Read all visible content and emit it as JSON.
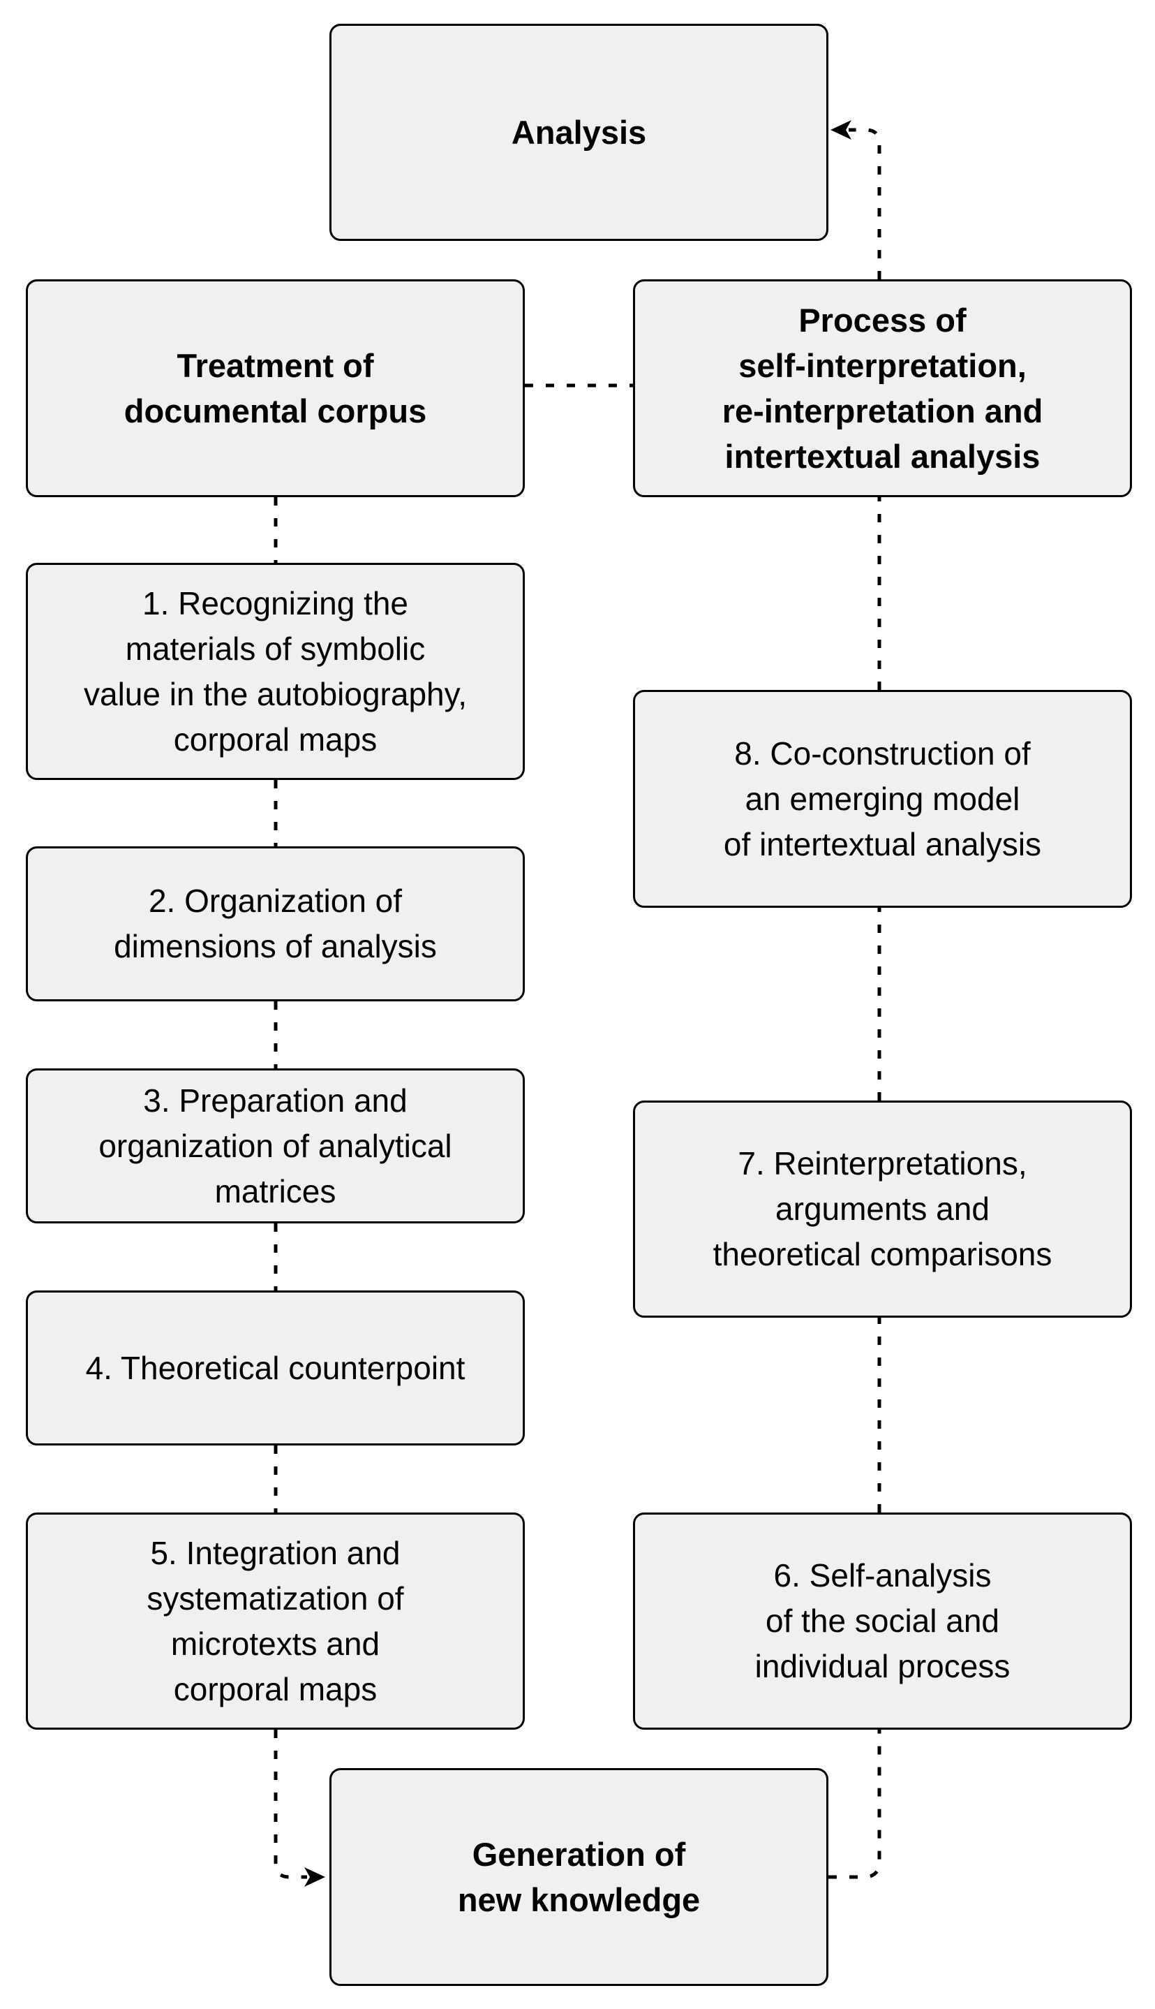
{
  "diagram": {
    "nodes": {
      "analysis": "Analysis",
      "treatment": "Treatment of\ndocumental corpus",
      "process": "Process of\nself-interpretation,\nre-interpretation and\nintertextual analysis",
      "step1": "1. Recognizing the\nmaterials of symbolic\nvalue in the autobiography,\ncorporal maps",
      "step2": "2. Organization of\ndimensions of analysis",
      "step3": "3. Preparation and\norganization of analytical\nmatrices",
      "step4": "4. Theoretical counterpoint",
      "step5": "5. Integration and\nsystematization of\nmicrotexts and\ncorporal maps",
      "step6": "6. Self-analysis\nof the social and\nindividual process",
      "step7": "7. Reinterpretations,\narguments and\ntheoretical comparisons",
      "step8": "8. Co-construction of\nan emerging model\nof intertextual analysis",
      "generation": "Generation of\nnew knowledge"
    },
    "edges": [
      {
        "from": "treatment",
        "to": "process",
        "style": "dotted",
        "arrow": false
      },
      {
        "from": "treatment",
        "to": "step1",
        "style": "dotted",
        "arrow": false
      },
      {
        "from": "step1",
        "to": "step2",
        "style": "dotted",
        "arrow": false
      },
      {
        "from": "step2",
        "to": "step3",
        "style": "dotted",
        "arrow": false
      },
      {
        "from": "step3",
        "to": "step4",
        "style": "dotted",
        "arrow": false
      },
      {
        "from": "step4",
        "to": "step5",
        "style": "dotted",
        "arrow": false
      },
      {
        "from": "step5",
        "to": "generation",
        "style": "dotted",
        "arrow": true
      },
      {
        "from": "generation",
        "to": "step6",
        "style": "dotted",
        "arrow": false
      },
      {
        "from": "step6",
        "to": "step7",
        "style": "dotted",
        "arrow": false
      },
      {
        "from": "step7",
        "to": "step8",
        "style": "dotted",
        "arrow": false
      },
      {
        "from": "step8",
        "to": "process",
        "style": "dotted",
        "arrow": false
      },
      {
        "from": "process",
        "to": "analysis",
        "style": "dotted",
        "arrow": true
      }
    ],
    "colors": {
      "box_fill": "#f0f0f0",
      "box_stroke": "#000000",
      "edge": "#000000"
    }
  }
}
